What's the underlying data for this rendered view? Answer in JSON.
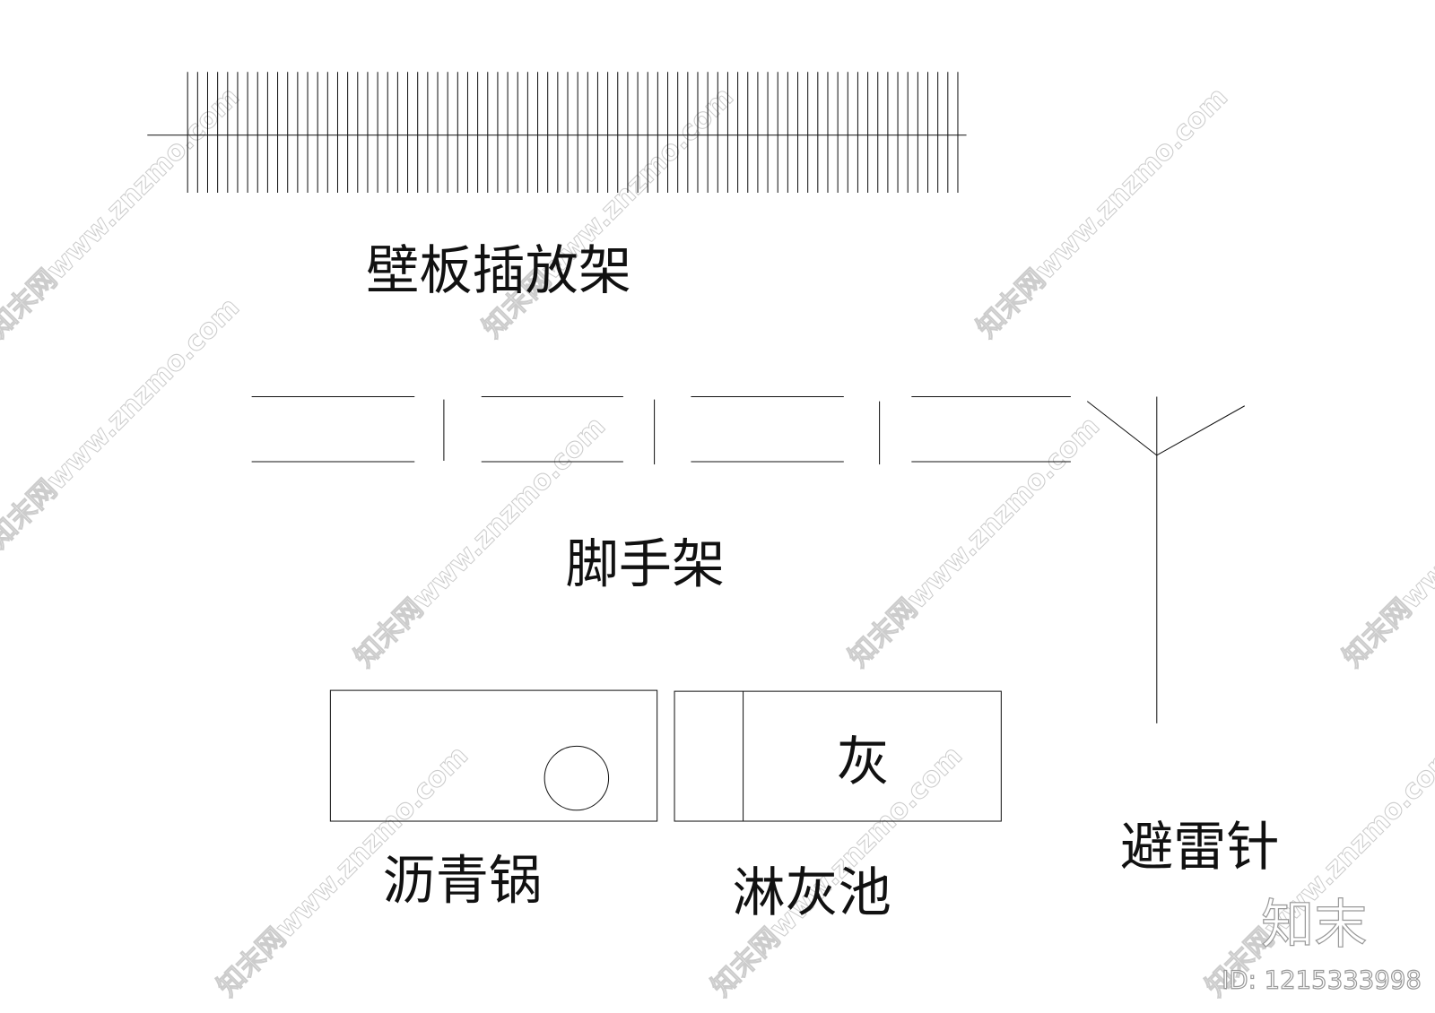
{
  "labels": {
    "wall_panel_rack": "壁板插放架",
    "scaffold": "脚手架",
    "asphalt_pot": "沥青锅",
    "lime_pool": "淋灰池",
    "lime_mark": "灰",
    "lightning_rod": "避雷针"
  },
  "watermark": {
    "text": "知末网www.znzmo.com",
    "logo": "知末",
    "id": "ID: 1215333998"
  }
}
